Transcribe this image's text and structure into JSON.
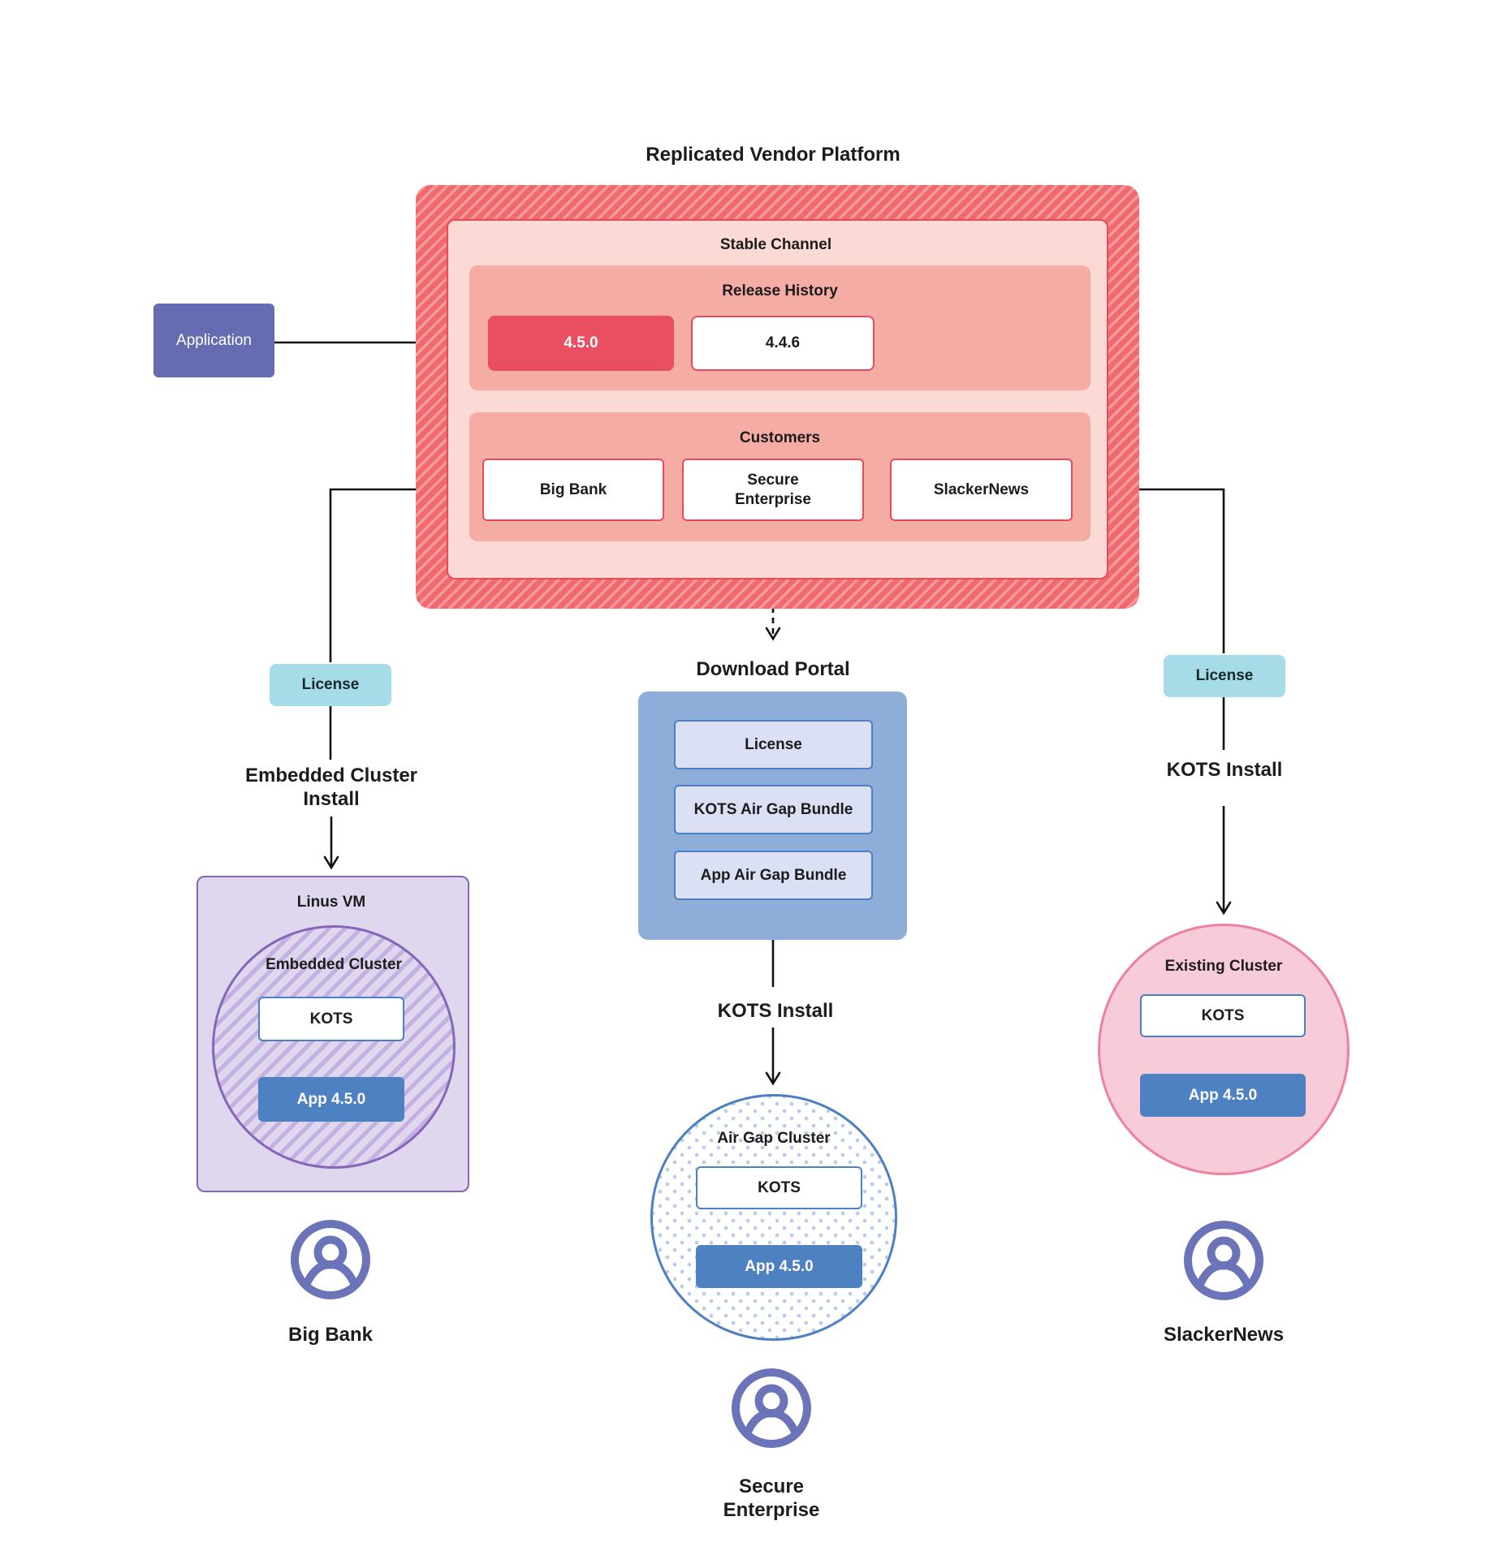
{
  "title": "Replicated Vendor Platform",
  "platform": {
    "stable_channel_label": "Stable Channel",
    "release_history_label": "Release History",
    "release_current": "4.5.0",
    "release_previous": "4.4.6",
    "customers_label": "Customers",
    "customers": [
      "Big Bank",
      "Secure\nEnterprise",
      "SlackerNews"
    ]
  },
  "application_label": "Application",
  "flows": {
    "left": {
      "license_label": "License",
      "install_label": "Embedded Cluster\nInstall",
      "vm_label": "Linus VM",
      "cluster_label": "Embedded Cluster",
      "kots_label": "KOTS",
      "app_label": "App 4.5.0",
      "persona_label": "Big Bank"
    },
    "middle": {
      "portal_title": "Download Portal",
      "portal_items": [
        "License",
        "KOTS Air Gap Bundle",
        "App Air Gap Bundle"
      ],
      "install_label": "KOTS Install",
      "cluster_label": "Air Gap Cluster",
      "kots_label": "KOTS",
      "app_label": "App 4.5.0",
      "persona_label": "Secure\nEnterprise"
    },
    "right": {
      "license_label": "License",
      "install_label": "KOTS Install",
      "cluster_label": "Existing Cluster",
      "kots_label": "KOTS",
      "app_label": "App 4.5.0",
      "persona_label": "SlackerNews"
    }
  },
  "colors": {
    "hatch_red": "#f0696e",
    "hatch_red_light": "#f59a9b",
    "stable_pink": "#fbdad5",
    "salmon": "#f5aca5",
    "release_red": "#e94f60",
    "red_border": "#e8495c",
    "indigo": "#666cb2",
    "teal": "#a5dce7",
    "portal_blue": "#8fadd9",
    "portal_item": "#dbe0f4",
    "blue_border": "#4d7fc3",
    "app_blue": "#4d81c2",
    "purple_fill": "#ded7ee",
    "purple_border": "#8566b9",
    "pink_circle": "#f8cbd8",
    "pink_border": "#ef7fa0",
    "persona_indigo": "#6b74b8",
    "line_black": "#111111"
  }
}
